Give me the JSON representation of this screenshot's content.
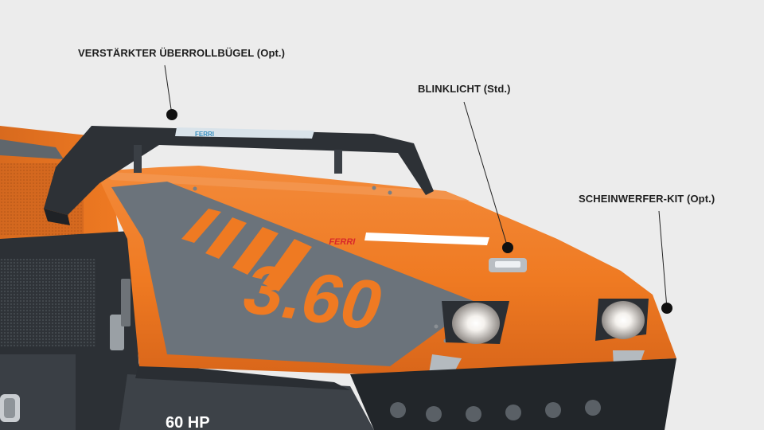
{
  "callouts": {
    "rollbar": "VERSTÄRKTER ÜBERROLLBÜGEL (Opt.)",
    "flasher": "BLINKLICHT (Std.)",
    "lights": "SCHEINWERFER-KIT (Opt.)"
  },
  "machine": {
    "brand": "FERRI",
    "model": "3.60",
    "power": "60 HP"
  },
  "colors": {
    "background": "#ececec",
    "body_orange": "#ef7a22",
    "panel_grey": "#6e757c",
    "frame_dark": "#2d3136"
  }
}
